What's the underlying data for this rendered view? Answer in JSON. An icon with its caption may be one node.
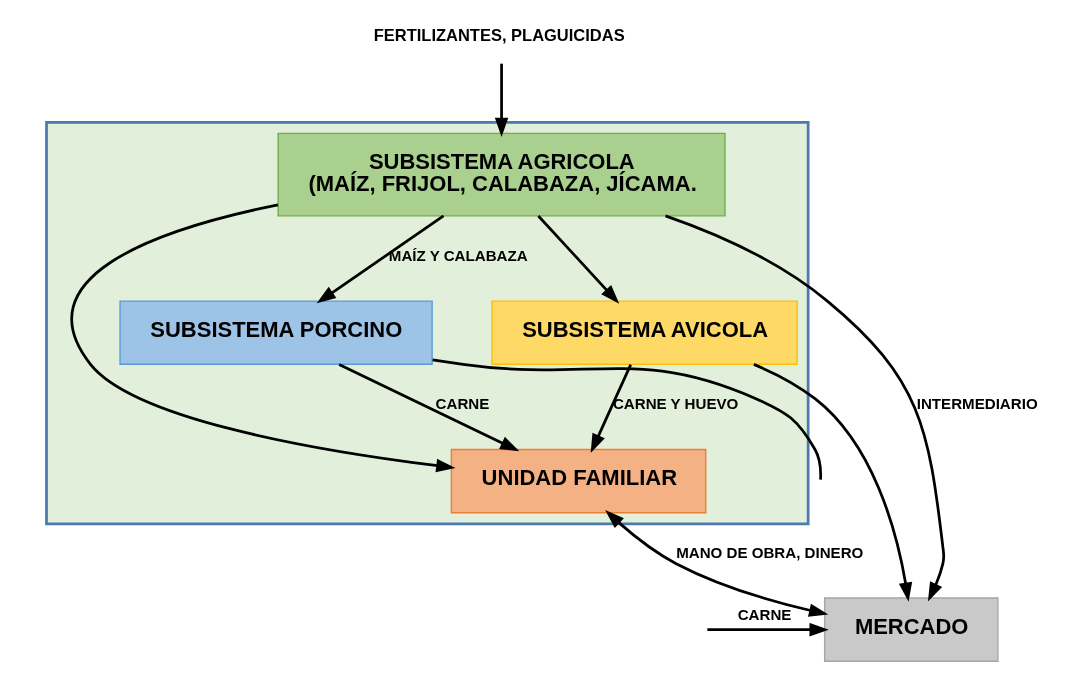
{
  "diagram": {
    "nodes": [
      {
        "text": [],
        "shape": "box"
      },
      {
        "text": [
          "SUBSISTEMA AGRICOLA",
          "(MAÍZ, FRIJOL, CALABAZA, JÍCAMA."
        ],
        "in": 0
      },
      {
        "text": [
          "SUBSISTEMA PORCINO"
        ],
        "in": 0
      },
      {
        "text": [
          "SUBSISTEMA AVICOLA"
        ],
        "in": 0
      },
      {
        "text": [
          "UNIDAD FAMILIAR"
        ],
        "in": 0
      },
      {
        "text": [
          "MERCADO"
        ]
      },
      {
        "text": [
          "FERTILIZANTES, PLAGUICIDAS"
        ]
      }
    ],
    "edges": [
      {
        "from": 6,
        "to": 1,
        "arrow": "to"
      },
      {
        "from": 1,
        "to": 2,
        "arrow": "to",
        "label": "MAÍZ Y CALABAZA"
      },
      {
        "from": 1,
        "to": 3,
        "arrow": "to"
      },
      {
        "from": 2,
        "to": 4,
        "arrow": "to",
        "label": "CARNE"
      },
      {
        "from": 1,
        "to": 4,
        "arrow": "to"
      },
      {
        "from": 3,
        "to": 4,
        "arrow": "to",
        "label": "CARNE Y HUEVO"
      },
      {
        "from": 3,
        "to": 5,
        "arrow": "to"
      },
      {
        "from": 1,
        "to": 5,
        "arrow": "to",
        "label": "INTERMEDIARIO"
      },
      {
        "from": 4,
        "to": 5,
        "arrow": "both",
        "label": "MANO DE OBRA, DINERO"
      },
      {
        "from": 2,
        "to": null,
        "arrow": "none"
      },
      {
        "from": null,
        "to": 5,
        "arrow": "to",
        "label": "CARNE"
      }
    ]
  }
}
